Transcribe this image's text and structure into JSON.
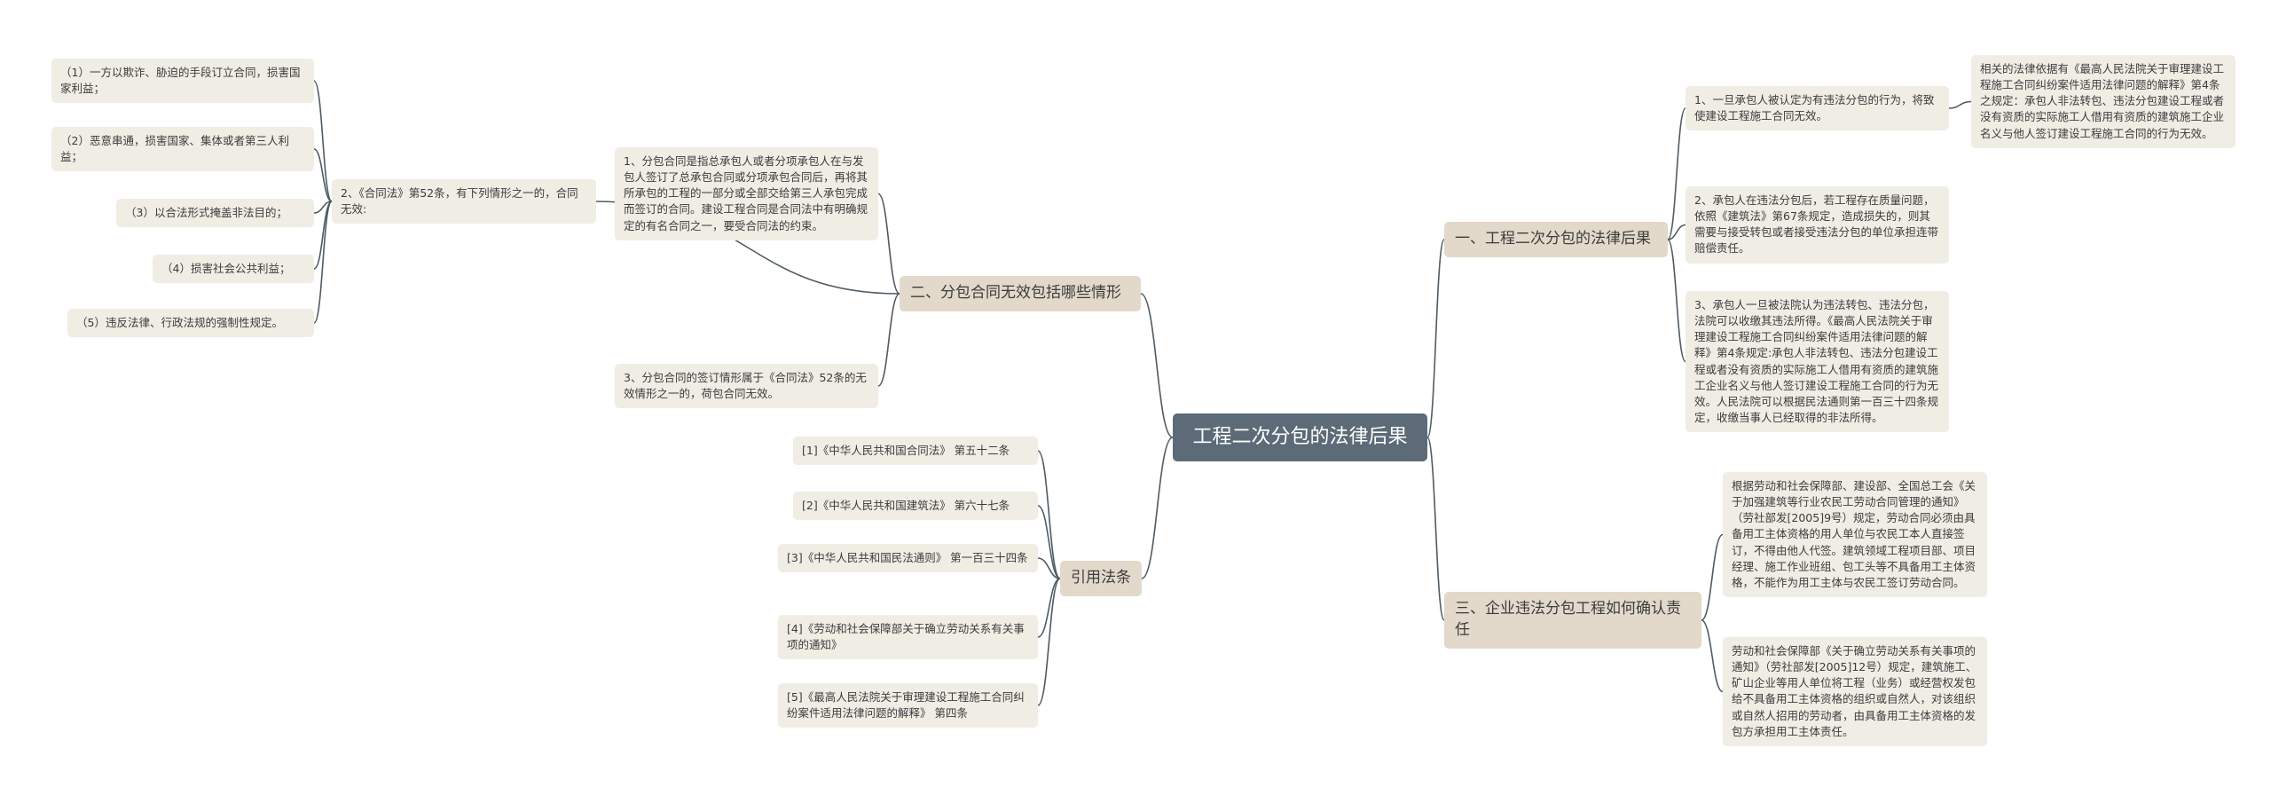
{
  "colors": {
    "root_bg": "#5c6b77",
    "branch_bg": "#e3d9ca",
    "leaf_bg": "#f0ede5",
    "line": "#4e5b65"
  },
  "root": "工程二次分包的法律后果",
  "branches": {
    "b1": "一、工程二次分包的法律后果",
    "b2": "二、分包合同无效包括哪些情形",
    "b3": "三、企业违法分包工程如何确认责任",
    "b4": "引用法条"
  },
  "b1_items": [
    "1、一旦承包人被认定为有违法分包的行为，将致使建设工程施工合同无效。",
    "2、承包人在违法分包后，若工程存在质量问题，依照《建筑法》第67条规定，造成损失的，则其需要与接受转包或者接受违法分包的单位承担连带赔偿责任。",
    "3、承包人一旦被法院认为违法转包、违法分包，法院可以收缴其违法所得。《最高人民法院关于审理建设工程施工合同纠纷案件适用法律问题的解释》第4条规定:承包人非法转包、违法分包建设工程或者没有资质的实际施工人借用有资质的建筑施工企业名义与他人签订建设工程施工合同的行为无效。人民法院可以根据民法通则第一百三十四条规定，收缴当事人已经取得的非法所得。"
  ],
  "b1_note": "相关的法律依据有《最高人民法院关于审理建设工程施工合同纠纷案件适用法律问题的解释》第4条之规定：承包人非法转包、违法分包建设工程或者没有资质的实际施工人借用有资质的建筑施工企业名义与他人签订建设工程施工合同的行为无效。",
  "b2_items": [
    "1、分包合同是指总承包人或者分项承包人在与发包人签订了总承包合同或分项承包合同后，再将其所承包的工程的一部分或全部交给第三人承包完成而签订的合同。建设工程合同是合同法中有明确规定的有名合同之一，要受合同法的约束。",
    "2、《合同法》第52条，有下列情形之一的，合同无效:",
    "3、分包合同的签订情形属于《合同法》52条的无效情形之一的，荷包合同无效。"
  ],
  "b2_sub": [
    "（1）一方以欺诈、胁迫的手段订立合同，损害国家利益；",
    "（2）恶意串通，损害国家、集体或者第三人利益；",
    "（3）以合法形式掩盖非法目的；",
    "（4）损害社会公共利益；",
    "（5）违反法律、行政法规的强制性规定。"
  ],
  "b3_items": [
    "根据劳动和社会保障部、建设部、全国总工会《关于加强建筑等行业农民工劳动合同管理的通知》（劳社部发[2005]9号）规定，劳动合同必须由具备用工主体资格的用人单位与农民工本人直接签订，不得由他人代签。建筑领域工程项目部、项目经理、施工作业班组、包工头等不具备用工主体资格，不能作为用工主体与农民工签订劳动合同。",
    "劳动和社会保障部《关于确立劳动关系有关事项的通知》（劳社部发[2005]12号）规定，建筑施工、矿山企业等用人单位将工程（业务）或经营权发包给不具备用工主体资格的组织或自然人，对该组织或自然人招用的劳动者，由具备用工主体资格的发包方承担用工主体责任。"
  ],
  "b4_items": [
    "[1]《中华人民共和国合同法》 第五十二条",
    "[2]《中华人民共和国建筑法》 第六十七条",
    "[3]《中华人民共和国民法通则》 第一百三十四条",
    "[4]《劳动和社会保障部关于确立劳动关系有关事项的通知》",
    "[5]《最高人民法院关于审理建设工程施工合同纠纷案件适用法律问题的解释》 第四条"
  ]
}
